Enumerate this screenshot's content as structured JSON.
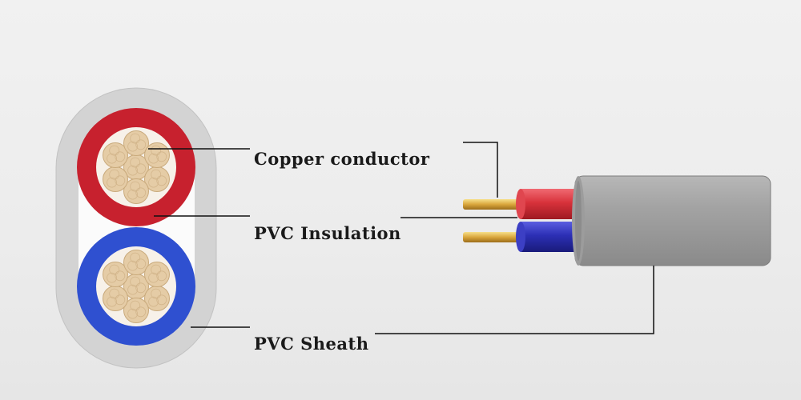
{
  "labels": {
    "copper_conductor": "Copper conductor",
    "pvc_insulation": "PVC Insulation",
    "pvc_sheath": "PVC Sheath"
  },
  "colors": {
    "background": "#eeeeee",
    "sheath": "#d4d4d4",
    "sheath_side_view": "#9a9a9a",
    "insulation_red": "#c7212e",
    "insulation_blue": "#2f4fcf",
    "copper_strand": "#e3c9a4",
    "copper_wire": "#d9a441",
    "leader_line": "#111111"
  },
  "icons": {
    "cross_section": "cable-cross-section-icon",
    "side_view": "cable-side-view-icon"
  }
}
